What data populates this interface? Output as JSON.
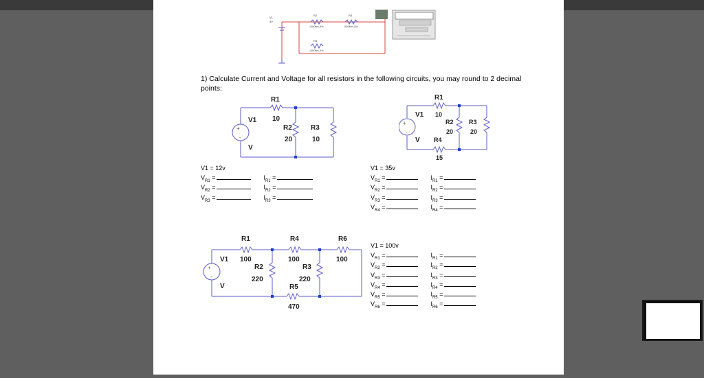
{
  "problem_text": "1) Calculate Current and Voltage for all resistors in the following circuits, you may round to 2 decimal points:",
  "top_schematic": {
    "v1": "V1",
    "v1_val": "9V",
    "r2": "R2",
    "r2_val": "100Ohm_5%",
    "r4": "R4",
    "r4_val": "100Ohm_5%",
    "r3": "R3",
    "r3_val": "100Ohm_5%"
  },
  "circuit1": {
    "r1": "R1",
    "r1_val": "10",
    "v1": "V1",
    "v_sym": "V",
    "r2": "R2",
    "r2_val": "20",
    "r3": "R3",
    "r3_val": "10",
    "plus": "+",
    "minus": "-"
  },
  "circuit2": {
    "r1": "R1",
    "r1_val": "10",
    "v1": "V1",
    "v_sym": "V",
    "r2": "R2",
    "r2_val": "20",
    "r3": "R3",
    "r3_val": "20",
    "r4": "R4",
    "r4_val": "15",
    "plus": "+",
    "minus": "-"
  },
  "circuit3": {
    "r1": "R1",
    "r1_val": "100",
    "r2": "R2",
    "r2_val": "220",
    "r3": "R3",
    "r3_val": "220",
    "r4": "R4",
    "r4_val": "100",
    "r5": "R5",
    "r5_val": "470",
    "r6": "R6",
    "r6_val": "100",
    "v1": "V1",
    "v_sym": "V",
    "plus": "+",
    "minus": "-"
  },
  "eq1": {
    "title": "V1 = 12v",
    "rows": [
      {
        "v": "V",
        "vs": "R1",
        "i": "I",
        "is": "R1"
      },
      {
        "v": "V",
        "vs": "R2",
        "i": "I",
        "is": "R2"
      },
      {
        "v": "V",
        "vs": "R3",
        "i": "I",
        "is": "R3"
      }
    ]
  },
  "eq2": {
    "title": "V1 = 35v",
    "rows": [
      {
        "v": "V",
        "vs": "R1",
        "i": "I",
        "is": "R1"
      },
      {
        "v": "V",
        "vs": "R2",
        "i": "I",
        "is": "R2"
      },
      {
        "v": "V",
        "vs": "R3",
        "i": "I",
        "is": "R3"
      },
      {
        "v": "V",
        "vs": "R4",
        "i": "I",
        "is": "R4"
      }
    ]
  },
  "eq3": {
    "title": "V1 = 100v",
    "rows": [
      {
        "v": "V",
        "vs": "R1",
        "i": "I",
        "is": "R1"
      },
      {
        "v": "V",
        "vs": "R2",
        "i": "I",
        "is": "R2"
      },
      {
        "v": "V",
        "vs": "R3",
        "i": "I",
        "is": "R3"
      },
      {
        "v": "V",
        "vs": "R4",
        "i": "I",
        "is": "R4"
      },
      {
        "v": "V",
        "vs": "R5",
        "i": "I",
        "is": "R5"
      },
      {
        "v": "V",
        "vs": "R6",
        "i": "I",
        "is": "R6"
      }
    ]
  },
  "eq_sign": "=",
  "colors": {
    "wire": "#5b5bc8",
    "node": "#1a3fd1",
    "red_wire": "#d94040",
    "page": "#ffffff",
    "bg": "#5f5f5f"
  }
}
